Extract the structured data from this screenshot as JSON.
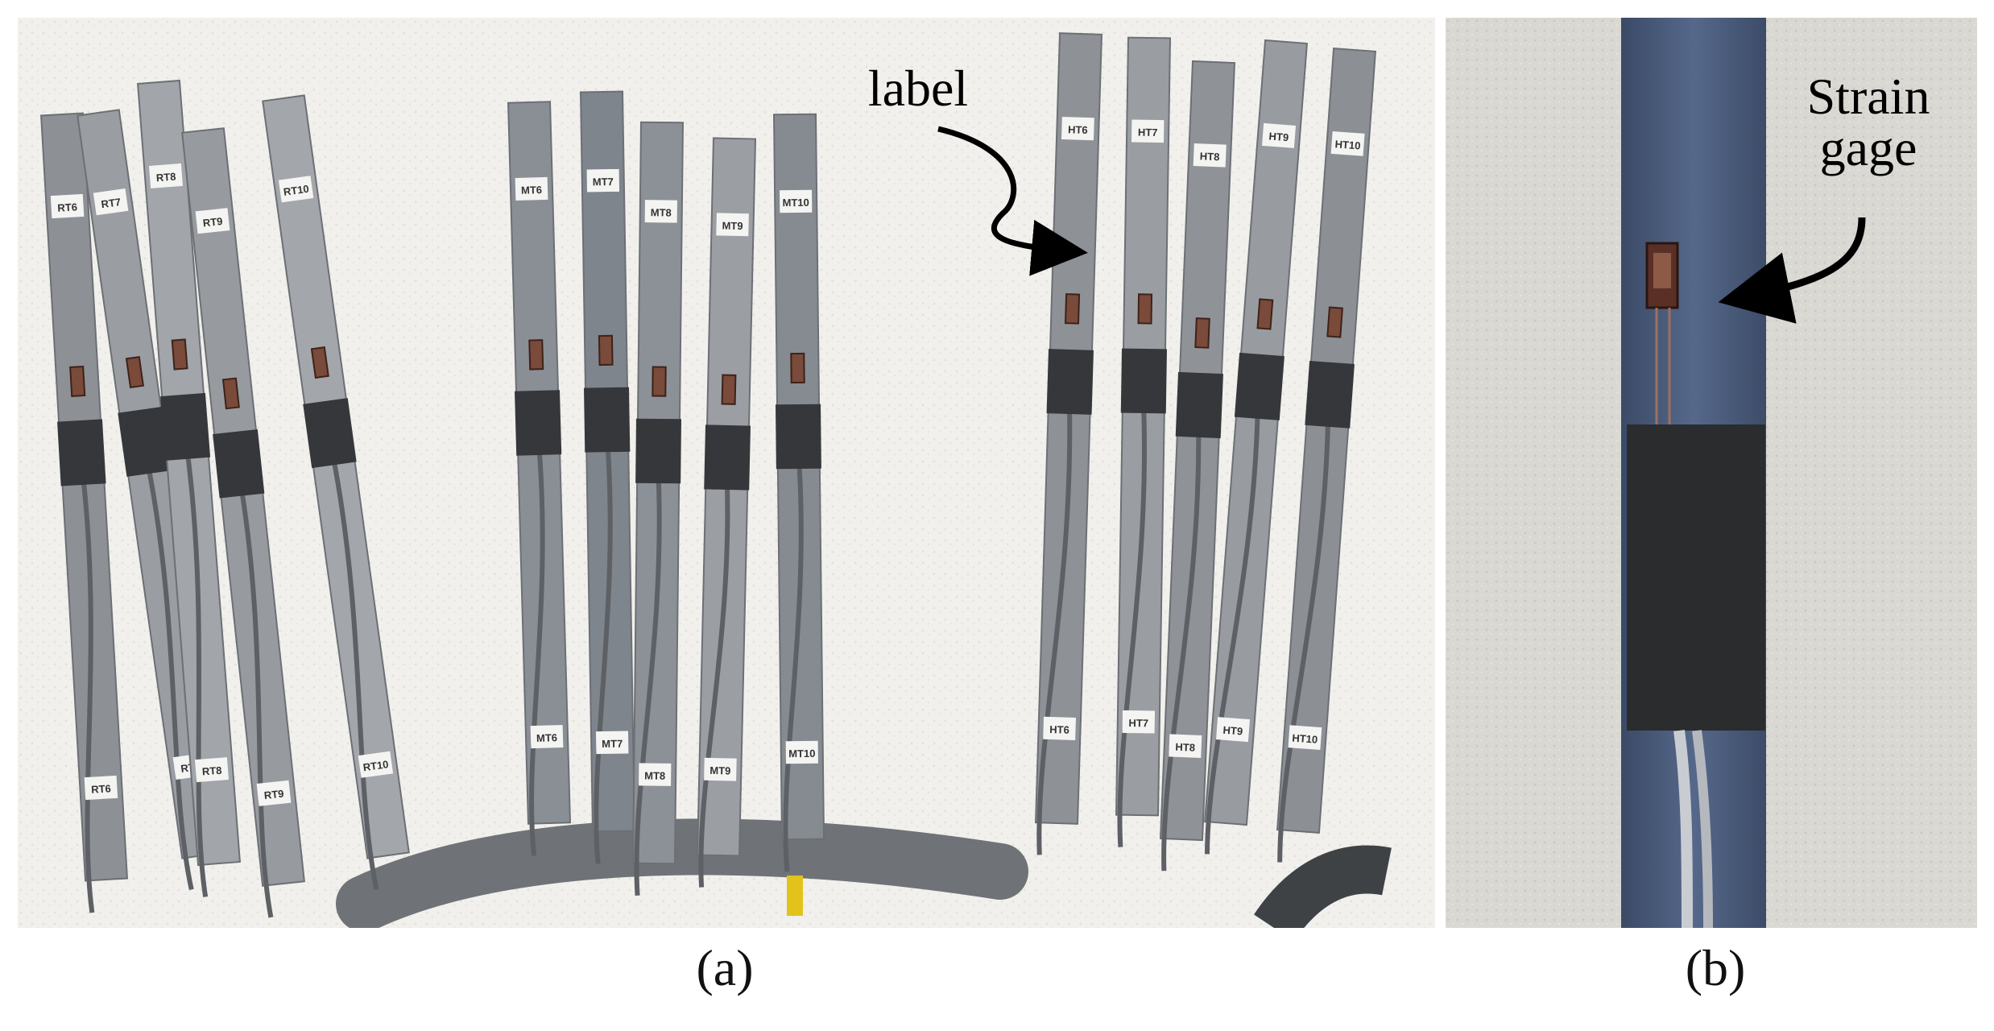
{
  "panel_a": {
    "caption": "(a)",
    "annotation": "label",
    "strips": [
      {
        "tag1": "RT6",
        "tag2": "RT6"
      },
      {
        "tag1": "RT7",
        "tag2": "RT7"
      },
      {
        "tag1": "RT8",
        "tag2": "RT8"
      },
      {
        "tag1": "RT9",
        "tag2": "RT9"
      },
      {
        "tag1": "RT10",
        "tag2": "RT10"
      },
      {
        "tag1": "MT6",
        "tag2": "MT6"
      },
      {
        "tag1": "MT7",
        "tag2": "MT7"
      },
      {
        "tag1": "MT8",
        "tag2": "MT8"
      },
      {
        "tag1": "MT9",
        "tag2": "MT9"
      },
      {
        "tag1": "MT10",
        "tag2": "MT10"
      },
      {
        "tag1": "HT6",
        "tag2": "HT6"
      },
      {
        "tag1": "HT7",
        "tag2": "HT7"
      },
      {
        "tag1": "HT8",
        "tag2": "HT8"
      },
      {
        "tag1": "HT9",
        "tag2": "HT9"
      },
      {
        "tag1": "HT10",
        "tag2": "HT10"
      }
    ]
  },
  "panel_b": {
    "caption": "(b)",
    "annotation_line1": "Strain",
    "annotation_line2": "gage"
  }
}
